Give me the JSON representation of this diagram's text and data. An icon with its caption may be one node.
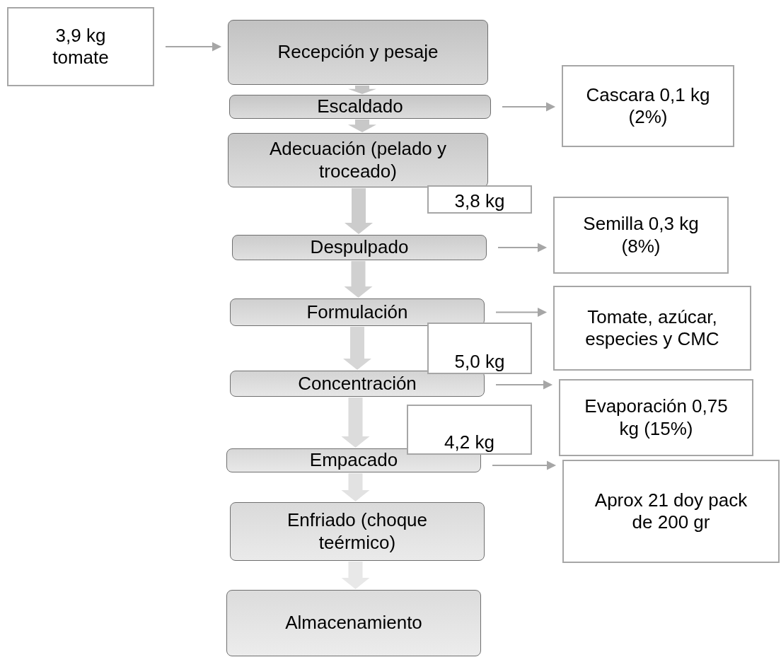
{
  "diagram": {
    "nodes": [
      {
        "text": [
          "3,9 kg tomate"
        ]
      },
      {
        "text": [
          "Recepción y pesaje"
        ]
      },
      {
        "text": [
          "Escaldado"
        ]
      },
      {
        "text": [
          "Adecuación (pelado y troceado)"
        ]
      },
      {
        "text": [
          "Despulpado"
        ]
      },
      {
        "text": [
          "Formulación"
        ]
      },
      {
        "text": [
          "Concentración"
        ]
      },
      {
        "text": [
          "Empacado"
        ]
      },
      {
        "text": [
          "Enfriado (choque teérmico)"
        ]
      },
      {
        "text": [
          "Almacenamiento"
        ]
      },
      {
        "text": [
          "Cascara 0,1 kg (2%)"
        ]
      },
      {
        "text": [
          "Semilla 0,3 kg (8%)"
        ]
      },
      {
        "text": [
          "Tomate, azúcar, especies y CMC"
        ]
      },
      {
        "text": [
          "Evaporación 0,75 kg (15%)"
        ]
      },
      {
        "text": [
          "Aprox 21 doy pack de 200 gr"
        ]
      },
      {
        "text": [
          "3,8 kg"
        ]
      },
      {
        "text": [
          "5,0 kg"
        ]
      },
      {
        "text": [
          "4,2 kg"
        ]
      }
    ],
    "edges": [
      {
        "from": 0,
        "to": 1,
        "arrow": "to"
      },
      {
        "from": 1,
        "to": 2,
        "arrow": "to",
        "style": "thick",
        "color": "#c4c4c4"
      },
      {
        "from": 2,
        "to": 3,
        "arrow": "to",
        "style": "thick",
        "color": "#c8c8c8"
      },
      {
        "from": 3,
        "to": 4,
        "arrow": "to",
        "style": "thick",
        "color": "#cccccc"
      },
      {
        "from": 4,
        "to": 5,
        "arrow": "to",
        "style": "thick",
        "color": "#d0d0d0"
      },
      {
        "from": 5,
        "to": 6,
        "arrow": "to",
        "style": "thick",
        "color": "#d6d6d6"
      },
      {
        "from": 6,
        "to": 7,
        "arrow": "to",
        "style": "thick",
        "color": "#dcdcdc"
      },
      {
        "from": 7,
        "to": 8,
        "arrow": "to",
        "style": "thick",
        "color": "#e2e2e2"
      },
      {
        "from": 8,
        "to": 9,
        "arrow": "to",
        "style": "thick",
        "color": "#e8e8e8"
      },
      {
        "from": 2,
        "to": 10,
        "arrow": "to"
      },
      {
        "from": 4,
        "to": 11,
        "arrow": "to"
      },
      {
        "from": 5,
        "to": 12,
        "arrow": "to"
      },
      {
        "from": 6,
        "to": 13,
        "arrow": "to"
      },
      {
        "from": 7,
        "to": 14,
        "arrow": "to"
      }
    ]
  }
}
